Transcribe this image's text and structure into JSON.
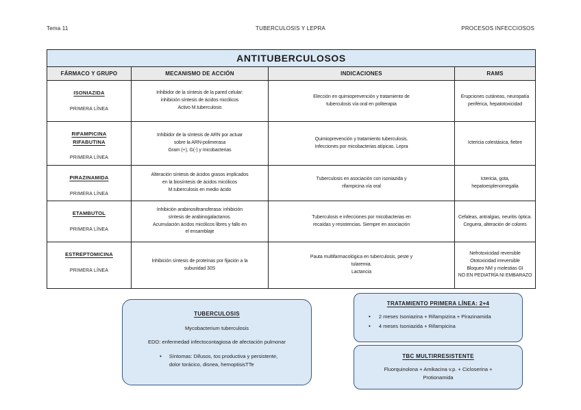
{
  "colors": {
    "title_bg": "#dbe9f6",
    "header_bg": "#eaeaea",
    "box_bg": "#dbe8f5",
    "box_border": "#35567e"
  },
  "icons": {
    "bullet": "•"
  },
  "header": {
    "left": "Tema 11",
    "center": "TUBERCULOSIS Y LEPRA",
    "right": "PROCESOS INFECCIOSOS"
  },
  "table": {
    "title": "ANTITUBERCULOSOS",
    "columns": [
      "FÁRMACO Y GRUPO",
      "MECANISMO DE ACCIÓN",
      "INDICACIONES",
      "RAMS"
    ],
    "rows": [
      {
        "drug": "ISONIAZIDA",
        "group": "PRIMERA LÍNEA",
        "mechanism": "Inhibidor de la síntesis de la pared celular:\ninhibición síntesis de ácidos micólicos\nActivo M.tuberculosis",
        "indications": "Elección en quimioprevención y tratamiento de\ntuberculosis vía oral en politerapia",
        "rams": "Erupciones cutáneas, neuropatía\nperiférica, hepatotoxicidad"
      },
      {
        "drug": "RIFAMPICINA\nRIFABUTINA",
        "group": "PRIMERA LÍNEA",
        "mechanism": "Inhibidor de la síntesis de ARN por actuar\nsobre la ARN-polimerasa\nGram (+), G(-) y micobacterias",
        "indications": "Quimioprevención y tratamiento tuberculosis.\nInfecciones por micobacterias atípicas. Lepra",
        "rams": "Ictericia colestásica, fiebre"
      },
      {
        "drug": "PIRAZINAMIDA",
        "group": "PRIMERA LÍNEA",
        "mechanism": "Alteración síntesis de ácidos grasos implicados\nen la biosíntesis de ácidos micólicos\nM.tuberculosis en medio ácido",
        "indications": "Tuberculosis en asociación con isoniazida y\nrifampicina vía oral",
        "rams": "Ictericia, gota, hepatoesplenomegalia"
      },
      {
        "drug": "ETAMBUTOL",
        "group": "PRIMERA LÍNEA",
        "mechanism": "Inhibición arabinosiltransferasa: inhibición\nsíntesis de arabinogalactanos.\nAcumulación ácidos micólicos libres y fallo en\nel ensamblaje",
        "indications": "Tuberculosis e infecciones por micobacterias en\nrecaídas y resistencias. Siempre en asociación",
        "rams": "Cefaleas, antralgias, neuritis óptica.\nCeguera, alteración de colores"
      },
      {
        "drug": "ESTREPTOMICINA",
        "group": "PRIMERA LÍNEA",
        "mechanism": "Inhibición síntesis de proteínas por fijación a la\nsubunidad 30S",
        "indications": "Pauta multifarmacológica en tuberculosis, peste y\ntularemia.\nLactancia",
        "rams": "Nefrotoxicidad reversible\nOtotoxicidad irreversible\nBloqueo NM y molestias GI\nNO EN PEDIATRÍA NI EMBARAZO"
      }
    ]
  },
  "notes": {
    "tuberculosis": {
      "title": "TUBERCULOSIS",
      "line1": "Mycobacterium tuberculosis",
      "line2": "EDO: enfermedad infectocontagiosa de afectación pulmonar",
      "bullet": "Síntomas: Difusos, tos productiva y persistente,\ndolor torácico, disnea, hemoptisisTTe"
    },
    "tratamiento": {
      "title": "TRATAMIENTO PRIMERA LÍNEA: 2+4",
      "bullets": [
        "2 meses Isoniazina + Rifampizina + Pirazinamida",
        "4 meses Isoniazida + Rifampicina"
      ]
    },
    "tbc": {
      "title": "TBC MULTIRRESISTENTE",
      "text": "Fluorquinolona + Amikacina v.p. + Cicloserina +\nProtionamida"
    }
  }
}
